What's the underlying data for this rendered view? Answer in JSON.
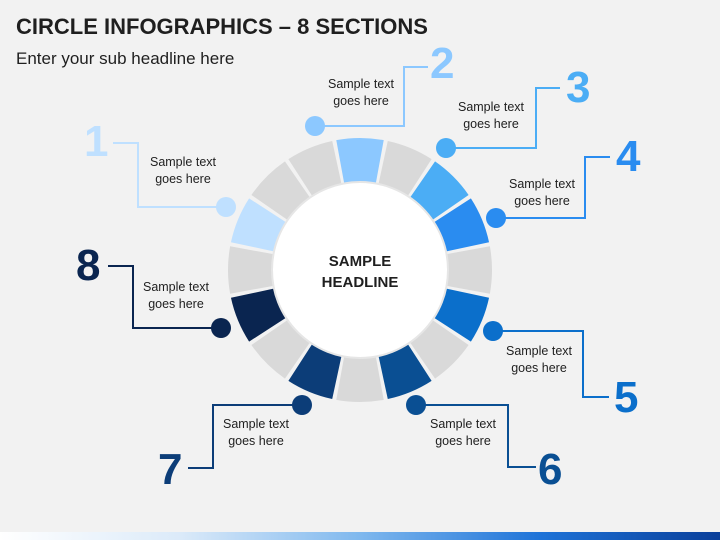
{
  "header": {
    "title": "CIRCLE INFOGRAPHICS – 8 SECTIONS",
    "subtitle": "Enter your sub headline here"
  },
  "center": {
    "line1": "SAMPLE",
    "line2": "HEADLINE"
  },
  "colors": {
    "gray": "#d9d9d9",
    "s1": "#bfe0ff",
    "s2": "#8cc8ff",
    "s3": "#4badf5",
    "s4": "#2a8cf0",
    "s5": "#0b6fcb",
    "s6": "#0a4f93",
    "s7": "#0c3d78",
    "s8": "#0a2550"
  },
  "sections": [
    {
      "number": "1",
      "text_line1": "Sample text",
      "text_line2": "goes here",
      "color": "#bfe0ff"
    },
    {
      "number": "2",
      "text_line1": "Sample text",
      "text_line2": "goes here",
      "color": "#8cc8ff"
    },
    {
      "number": "3",
      "text_line1": "Sample text",
      "text_line2": "goes here",
      "color": "#4badf5"
    },
    {
      "number": "4",
      "text_line1": "Sample text",
      "text_line2": "goes here",
      "color": "#2a8cf0"
    },
    {
      "number": "5",
      "text_line1": "Sample text",
      "text_line2": "goes here",
      "color": "#0b6fcb"
    },
    {
      "number": "6",
      "text_line1": "Sample text",
      "text_line2": "goes here",
      "color": "#0a4f93"
    },
    {
      "number": "7",
      "text_line1": "Sample text",
      "text_line2": "goes here",
      "color": "#0c3d78"
    },
    {
      "number": "8",
      "text_line1": "Sample text",
      "text_line2": "goes here",
      "color": "#0a2550"
    }
  ]
}
